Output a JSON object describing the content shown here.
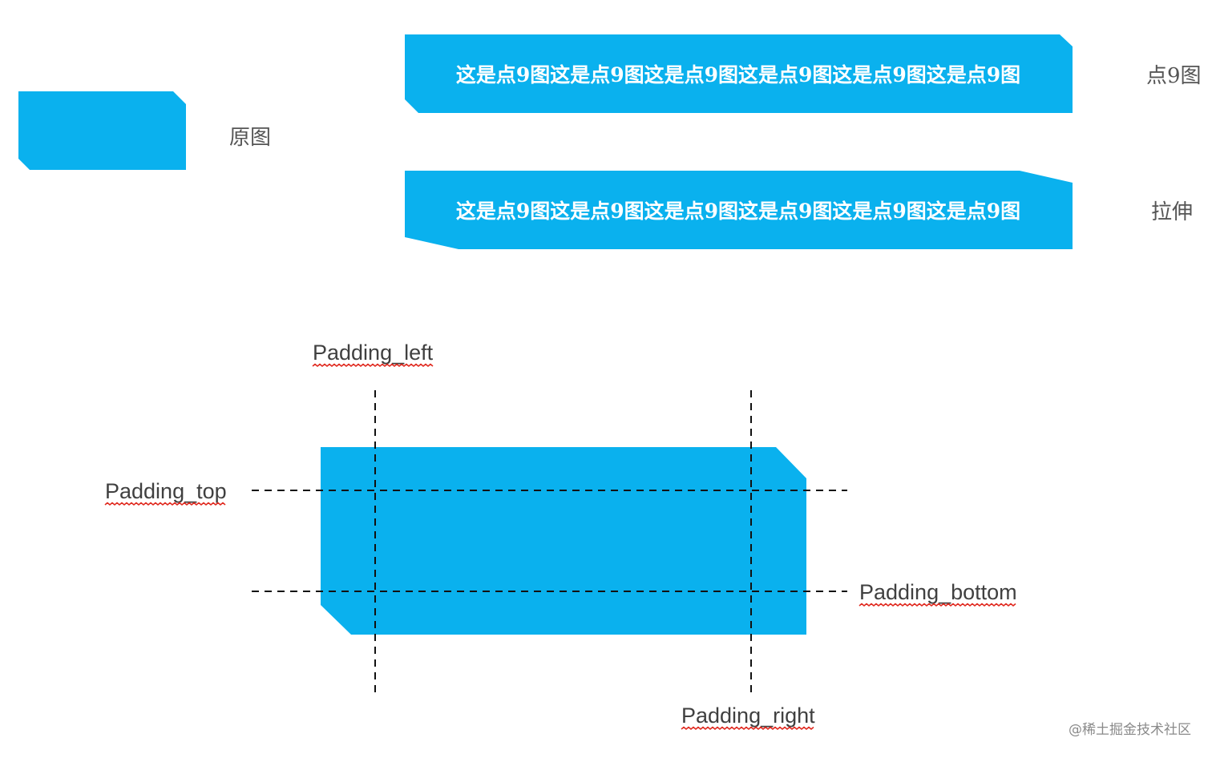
{
  "colors": {
    "shape_fill": "#0AB1EE",
    "bubble_text": "#FFFFFF",
    "label_text": "#555555",
    "guide_line": "#111111",
    "spellcheck_underline": "#E0281E",
    "watermark": "#8A8A8A"
  },
  "top_section": {
    "original": {
      "label": "原图"
    },
    "nine_patch": {
      "bubble_text": "这是点9图这是点9图这是点9图这是点9图这是点9图这是点9图",
      "label": "点9图"
    },
    "stretched": {
      "bubble_text": "这是点9图这是点9图这是点9图这是点9图这是点9图这是点9图",
      "label": "拉伸"
    }
  },
  "padding_diagram": {
    "labels": {
      "left": "Padding_left",
      "top": "Padding_top",
      "bottom": "Padding_bottom",
      "right": "Padding_right"
    }
  },
  "watermark": "@稀土掘金技术社区"
}
